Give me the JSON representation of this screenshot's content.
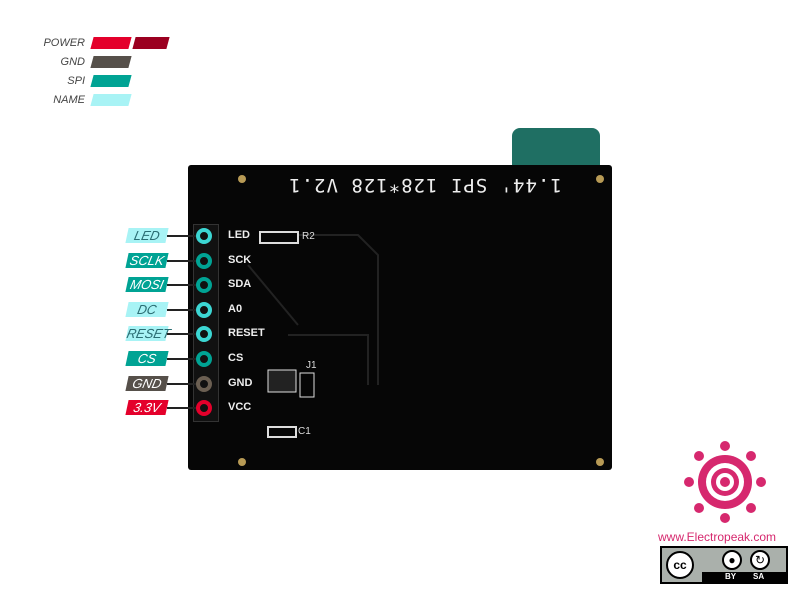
{
  "legend": [
    {
      "label": "POWER",
      "color": "#e4002b",
      "color2": "#9b0020"
    },
    {
      "label": "GND",
      "color": "#56504a"
    },
    {
      "label": "SPI",
      "color": "#00a394"
    },
    {
      "label": "NAME",
      "color": "#a8f3f5"
    }
  ],
  "board": {
    "title": "1.44' SPI 128*128 V2.1",
    "components": [
      "R2",
      "J1",
      "C1"
    ]
  },
  "pins": [
    {
      "name": "LED",
      "silk": "LED",
      "type": "NAME",
      "ring": "#3cd6d3"
    },
    {
      "name": "SCLK",
      "silk": "SCK",
      "type": "SPI",
      "ring": "#00a394"
    },
    {
      "name": "MOSI",
      "silk": "SDA",
      "type": "SPI",
      "ring": "#00a394"
    },
    {
      "name": "DC",
      "silk": "A0",
      "type": "NAME",
      "ring": "#3cd6d3"
    },
    {
      "name": "RESET",
      "silk": "RESET",
      "type": "NAME",
      "ring": "#3cd6d3"
    },
    {
      "name": "CS",
      "silk": "CS",
      "type": "SPI",
      "ring": "#00a394"
    },
    {
      "name": "GND",
      "silk": "GND",
      "type": "GND",
      "ring": "#6b5f52"
    },
    {
      "name": "3.3V",
      "silk": "VCC",
      "type": "POWER",
      "ring": "#e4002b"
    }
  ],
  "brand": {
    "url": "www.Electropeak.com",
    "license": [
      "BY",
      "SA"
    ],
    "cc": "cc",
    "color": "#d6286e"
  }
}
